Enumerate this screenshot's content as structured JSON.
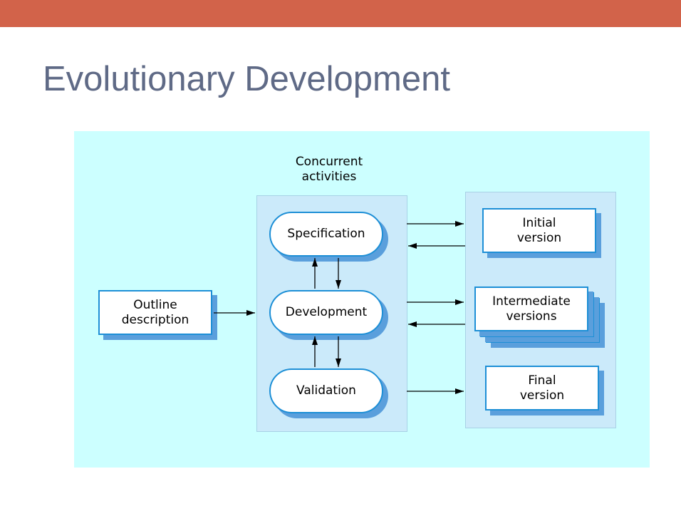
{
  "slide": {
    "title": "Evolutionary Development",
    "accent_color": "#d2634a",
    "title_color": "#5f6a86"
  },
  "diagram": {
    "background_color": "#ccffff",
    "panel_color": "#cbeafa",
    "node_border_color": "#1d8fd6",
    "node_shadow_color": "#5a9fdc",
    "concurrent_label": "Concurrent\nactivities",
    "outline": "Outline\ndescription",
    "activities": {
      "specification": "Specification",
      "development": "Development",
      "validation": "Validation"
    },
    "versions": {
      "initial": "Initial\nversion",
      "intermediate": "Intermediate\nversions",
      "final": "Final\nversion"
    }
  }
}
